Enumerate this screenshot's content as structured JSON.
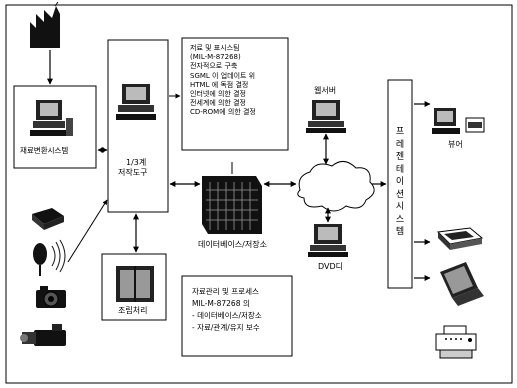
{
  "labels": {
    "capture_system": "재료변환시스템",
    "tool_top": "1/3계",
    "tool_bottom": "저작도구",
    "server": "웹서버",
    "database": "데이터베이스/저장소",
    "dvd": "DVD디",
    "reference": "조립처리",
    "viewer": "뷰어",
    "vertical_title": [
      "프",
      "레",
      "젠",
      "테",
      "이",
      "션",
      "시",
      "스",
      "템"
    ]
  },
  "top_box": {
    "lines": [
      "저료 및 표시스팀",
      "(MIL-M-87268)",
      "전자적으로 구축",
      "SGML 이 업데이트 위",
      "HTML 에 독점 결정",
      "인터넷에 의한 결정",
      "전세계에 의한 결정",
      "CD-ROM에 의한 결정"
    ]
  },
  "bottom_box": {
    "lines": [
      "자료관리 및 프로세스",
      "MIL-M-87268 의",
      "- 데이터베이스/저장소",
      "- 자료/관계/유지 보수"
    ]
  }
}
